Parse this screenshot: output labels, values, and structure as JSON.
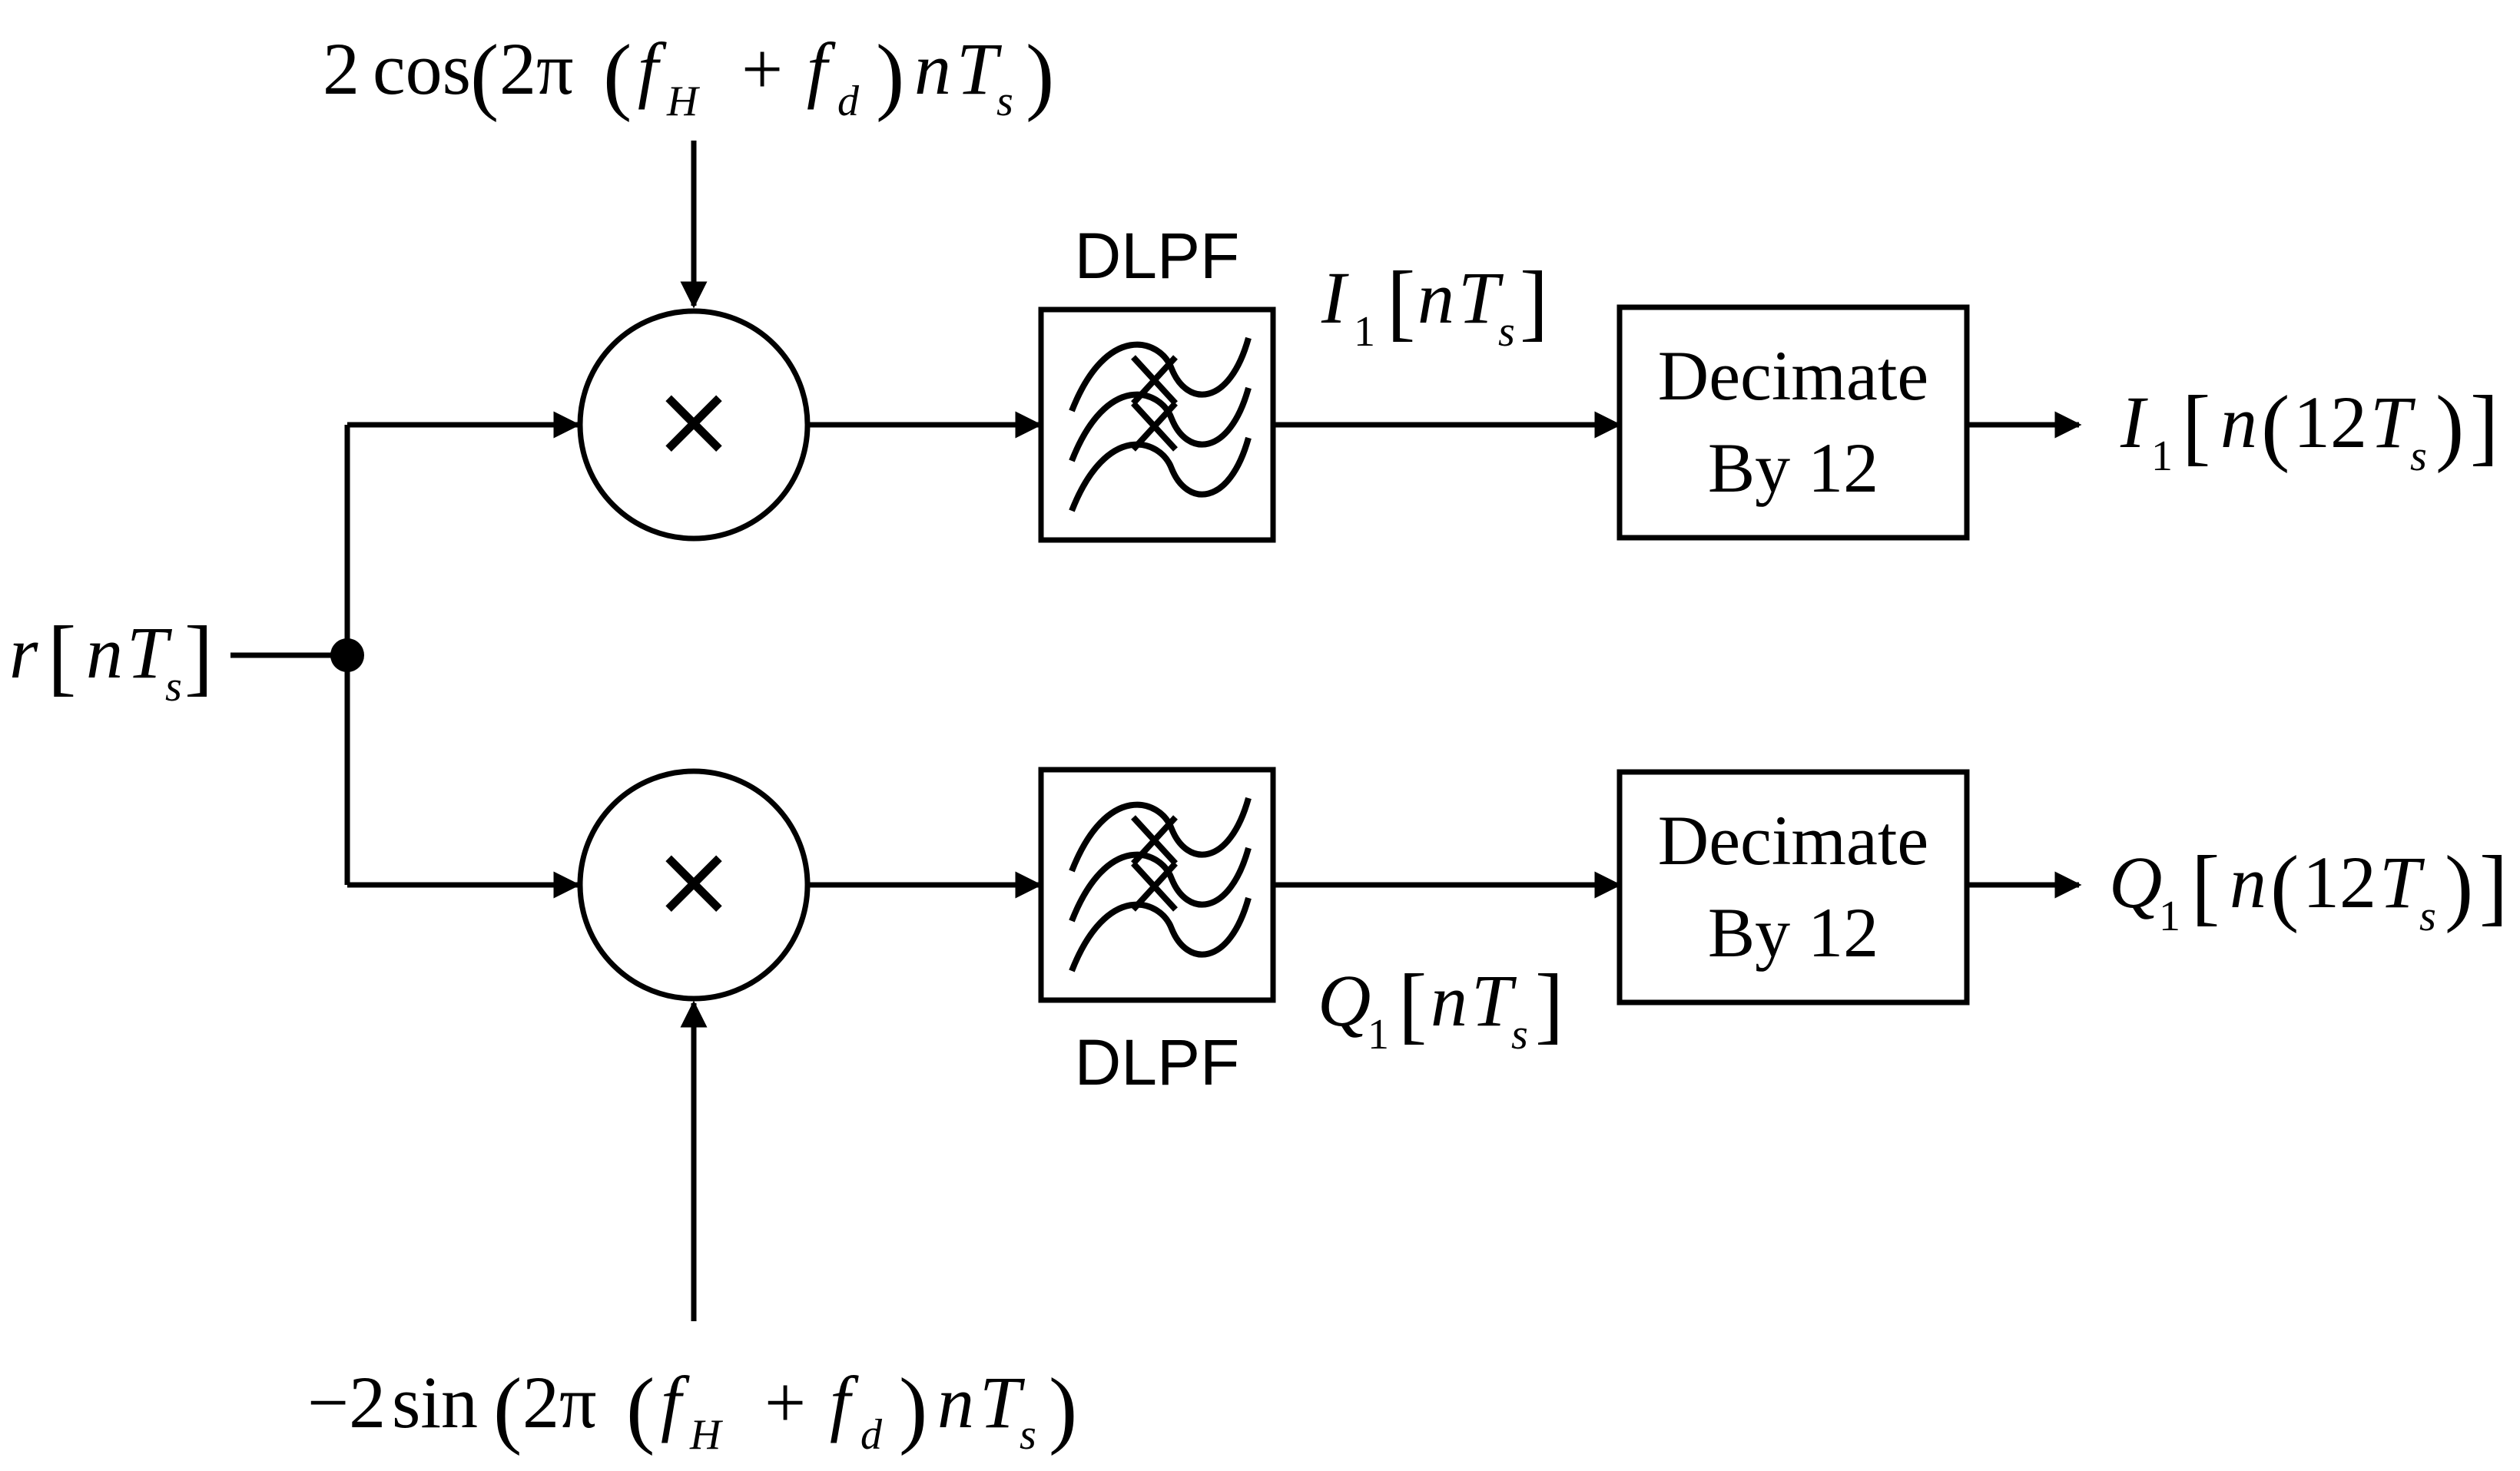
{
  "input_label": {
    "var": "r",
    "n": "n",
    "T": "T",
    "s": "s"
  },
  "top_carrier": {
    "coef": "2",
    "func": "cos",
    "twopi": "2π",
    "f": "f",
    "H": "H",
    "plus": "+",
    "fd_sub": "d",
    "n": "n",
    "T": "T",
    "s": "s"
  },
  "bottom_carrier": {
    "coef": "−2",
    "func": "sin",
    "twopi": "2π",
    "f": "f",
    "H": "H",
    "plus": "+",
    "fd_sub": "d",
    "n": "n",
    "T": "T",
    "s": "s"
  },
  "mixer_symbol": "×",
  "filter_top": {
    "label": "DLPF"
  },
  "filter_bottom": {
    "label": "DLPF"
  },
  "i_mid": {
    "var": "I",
    "sub": "1",
    "n": "n",
    "T": "T",
    "s": "s"
  },
  "q_mid": {
    "var": "Q",
    "sub": "1",
    "n": "n",
    "T": "T",
    "s": "s"
  },
  "decimator_top": {
    "line1": "Decimate",
    "line2": "By 12"
  },
  "decimator_bottom": {
    "line1": "Decimate",
    "line2": "By 12"
  },
  "i_out": {
    "var": "I",
    "sub": "1",
    "n": "n",
    "twelve": "12",
    "T": "T",
    "s": "s"
  },
  "q_out": {
    "var": "Q",
    "sub": "1",
    "n": "n",
    "twelve": "12",
    "T": "T",
    "s": "s"
  }
}
